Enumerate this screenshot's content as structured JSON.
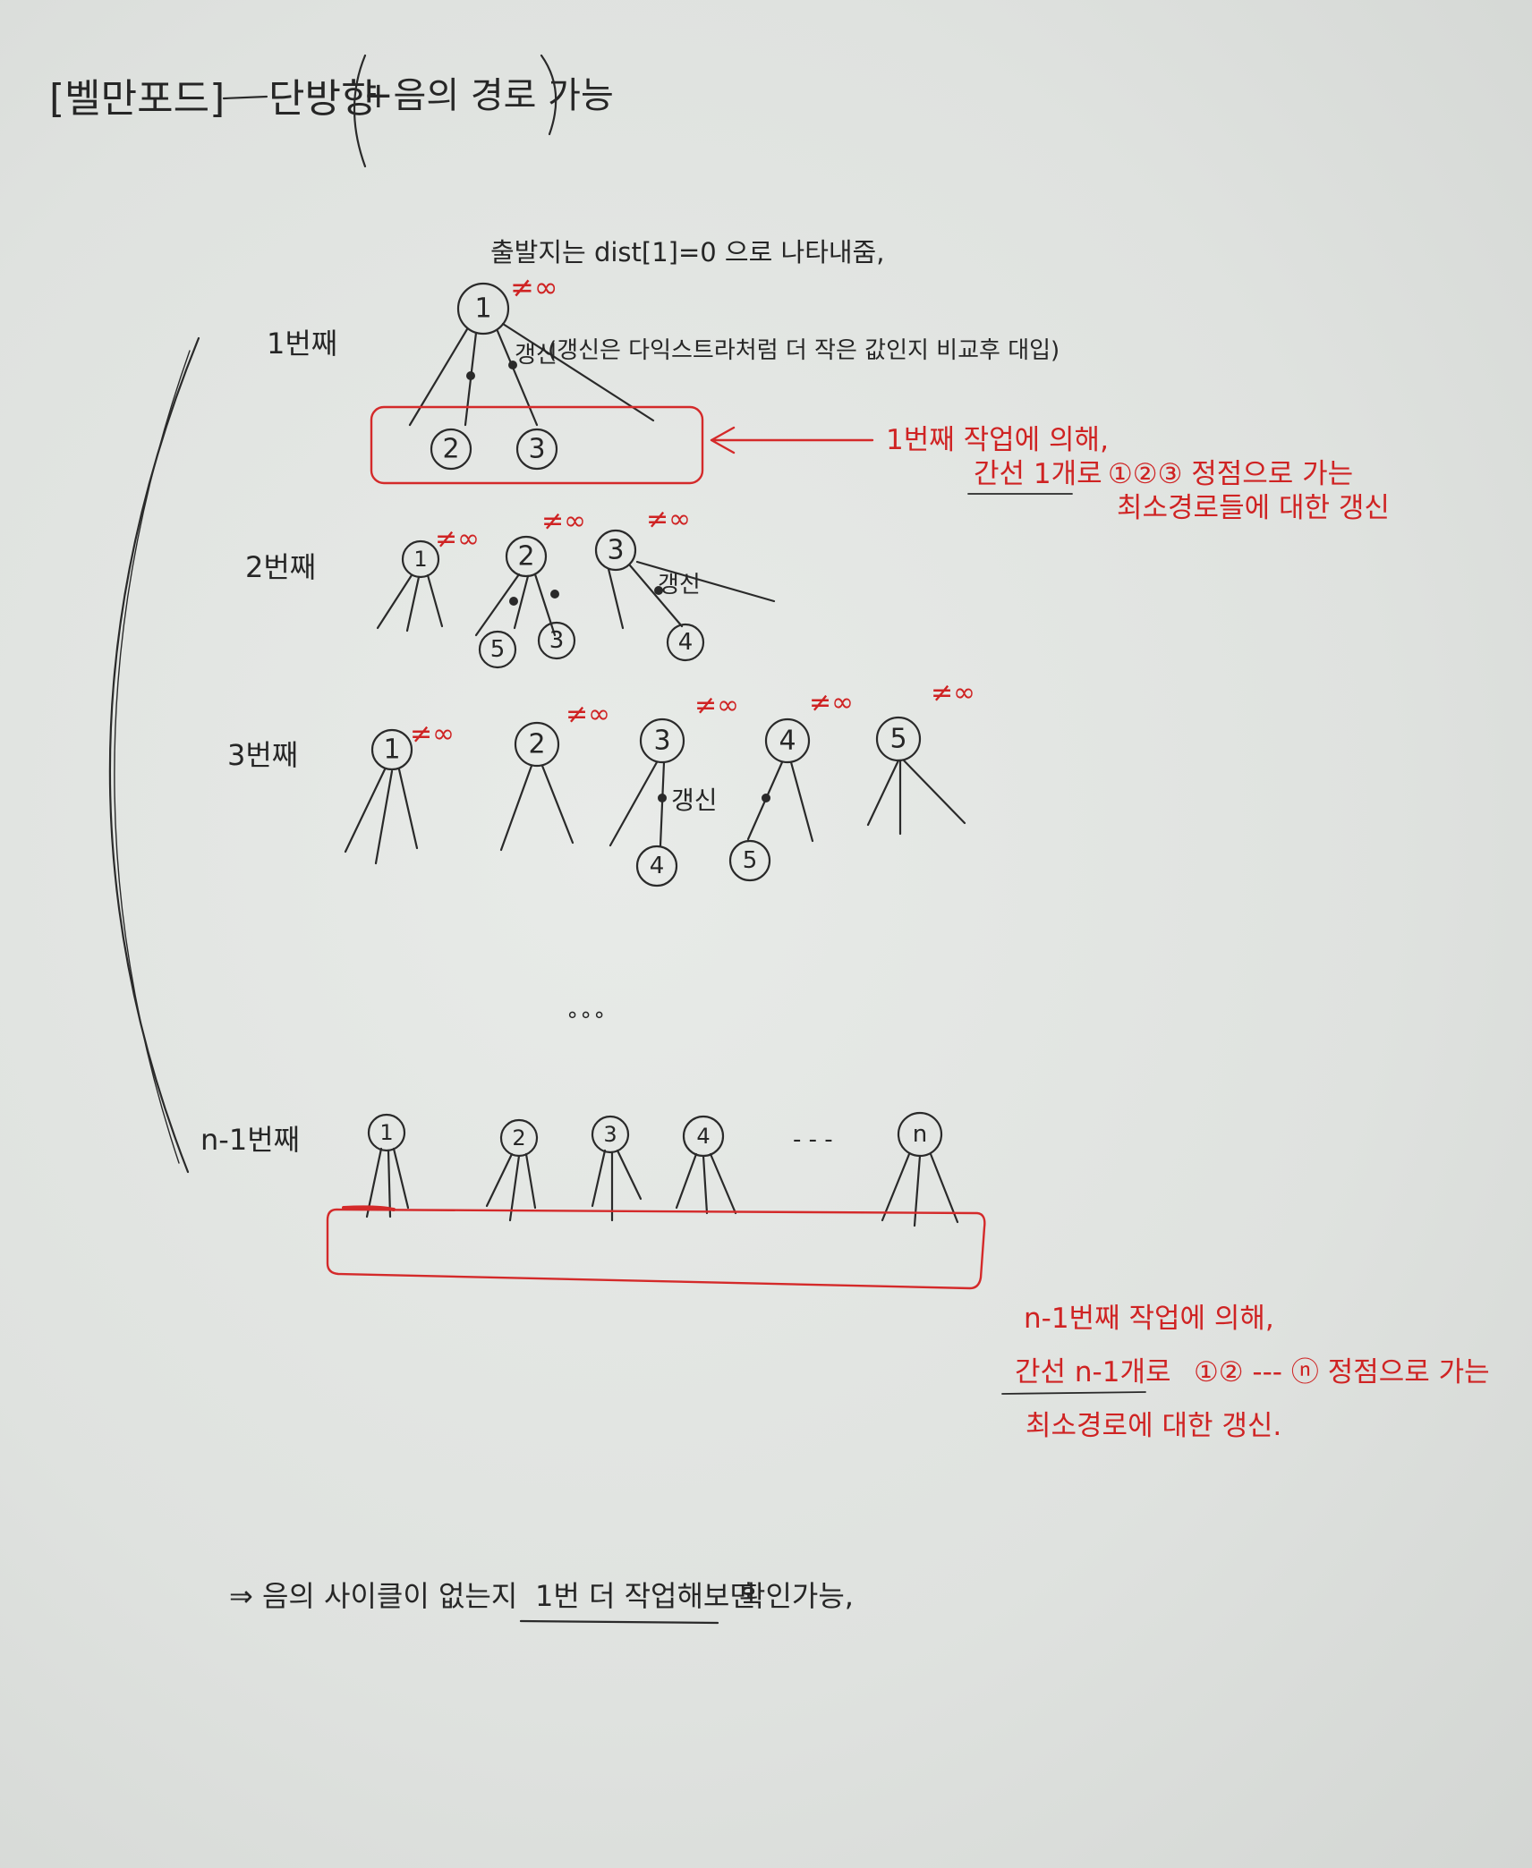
{
  "title": "[벨만포드]",
  "subtitle": "단방향",
  "title_note": "+음의 경로 가능",
  "start_note": "출발지는 dist[1]=0 으로 나타내줌,",
  "update_word": "갱신",
  "update_note": "(갱신은 다익스트라처럼 더 작은 값인지 비교후 대입)",
  "infinity_mark": "≠∞",
  "rounds": [
    {
      "label": "1번째"
    },
    {
      "label": "2번째"
    },
    {
      "label": "3번째"
    },
    {
      "label": "n-1번째"
    }
  ],
  "round1_nodes": [
    "1",
    "2",
    "3"
  ],
  "round2_nodes": [
    "1",
    "2",
    "3",
    "5",
    "3",
    "4"
  ],
  "round3_nodes": [
    "1",
    "2",
    "3",
    "4",
    "5",
    "4",
    "5"
  ],
  "roundn_nodes": [
    "1",
    "2",
    "3",
    "4",
    "n"
  ],
  "ellipsis_dots": "∘∘∘",
  "ellipsis_dashes": "- - -",
  "annotation1": {
    "line1": "1번째 작업에 의해,",
    "line2_underlined": "간선 1개로",
    "line2_rest": "①②③ 정점으로 가는",
    "line3": "최소경로들에 대한 갱신"
  },
  "annotation2": {
    "line1": "n-1번째 작업에 의해,",
    "line2_underlined": "간선 n-1개로",
    "line2_rest": "①② --- ⓝ 정점으로 가는",
    "line3": "최소경로에 대한 갱신."
  },
  "conclusion": {
    "prefix": "⇒ 음의 사이클이 없는지",
    "underlined": "1번 더 작업해보면",
    "suffix": "확인가능,"
  },
  "colors": {
    "ink": "#2a2a2a",
    "red_ink": "#d42a2a",
    "paper": "#e3e6e3"
  }
}
